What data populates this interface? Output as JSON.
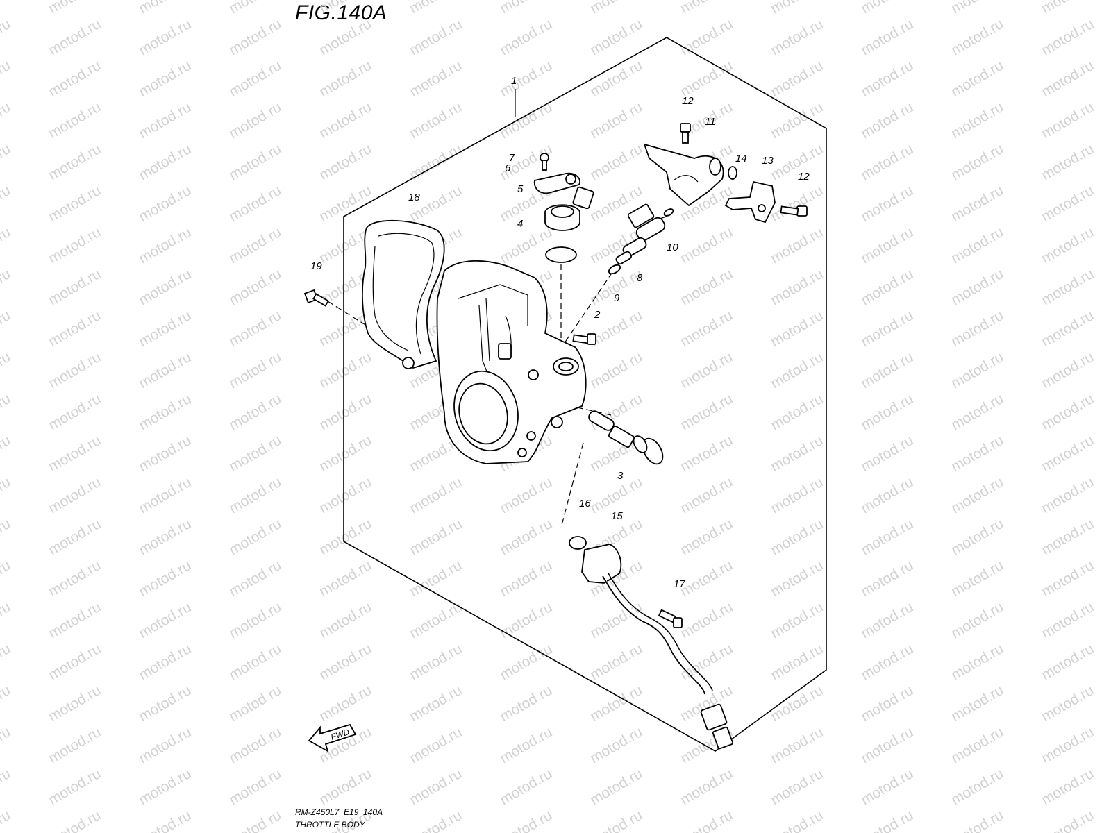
{
  "figure": {
    "title": "FIG.140A",
    "model_code": "RM-Z450L7_E19_140A",
    "section_name": "THROTTLE BODY",
    "fwd_label": "FWD"
  },
  "watermark": {
    "text": "motod.ru"
  },
  "callouts": [
    {
      "label": "1",
      "part": "throttle-body-assembly"
    },
    {
      "label": "2",
      "part": "screw"
    },
    {
      "label": "3",
      "part": "idle-adjust-screw"
    },
    {
      "label": "4",
      "part": "sensor"
    },
    {
      "label": "5",
      "part": "o-ring"
    },
    {
      "label": "6",
      "part": "bracket"
    },
    {
      "label": "7",
      "part": "screw"
    },
    {
      "label": "8",
      "part": "fuel-injector"
    },
    {
      "label": "9",
      "part": "o-ring"
    },
    {
      "label": "10",
      "part": "o-ring"
    },
    {
      "label": "11",
      "part": "fuel-pipe"
    },
    {
      "label": "12",
      "part": "bolt"
    },
    {
      "label": "13",
      "part": "hose-joint"
    },
    {
      "label": "14",
      "part": "o-ring"
    },
    {
      "label": "12",
      "part": "bolt"
    },
    {
      "label": "15",
      "part": "sensor-harness"
    },
    {
      "label": "16",
      "part": "o-ring"
    },
    {
      "label": "17",
      "part": "bolt"
    },
    {
      "label": "18",
      "part": "cover"
    },
    {
      "label": "19",
      "part": "bolt"
    }
  ]
}
